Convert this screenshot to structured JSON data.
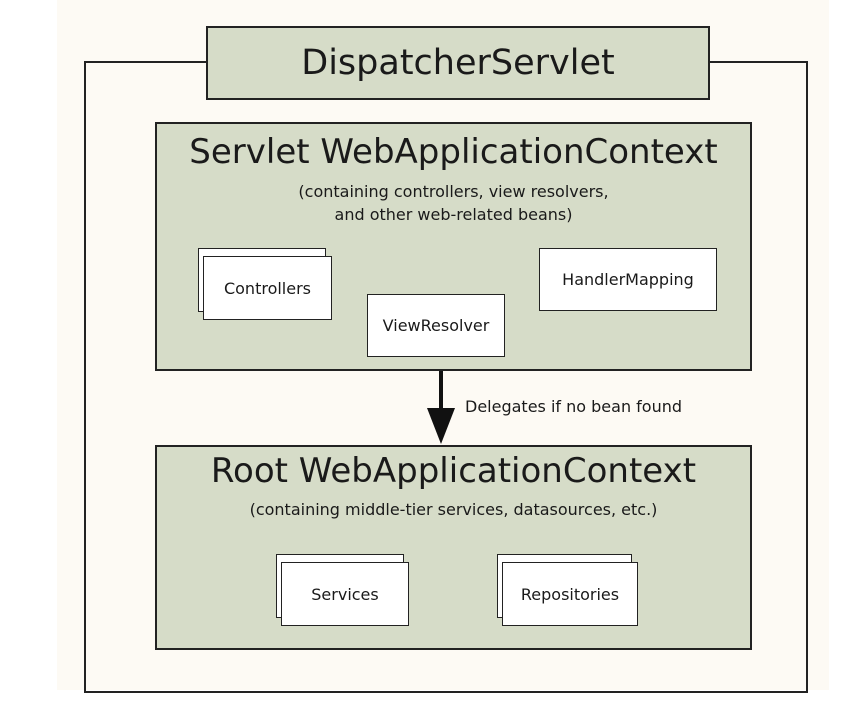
{
  "dispatcher": {
    "title": "DispatcherServlet"
  },
  "servlet_context": {
    "title": "Servlet WebApplicationContext",
    "subtitle_line1": "(containing controllers, view resolvers,",
    "subtitle_line2": "and other web-related beans)",
    "beans": {
      "controllers": "Controllers",
      "view_resolver": "ViewResolver",
      "handler_mapping": "HandlerMapping"
    }
  },
  "delegation": {
    "label": "Delegates if no bean found"
  },
  "root_context": {
    "title": "Root WebApplicationContext",
    "subtitle": "(containing middle-tier services, datasources, etc.)",
    "beans": {
      "services": "Services",
      "repositories": "Repositories"
    }
  },
  "colors": {
    "context_fill": "#d6dcc8",
    "canvas_fill": "#fdfaf4",
    "border": "#222222",
    "bean_fill": "#ffffff"
  }
}
